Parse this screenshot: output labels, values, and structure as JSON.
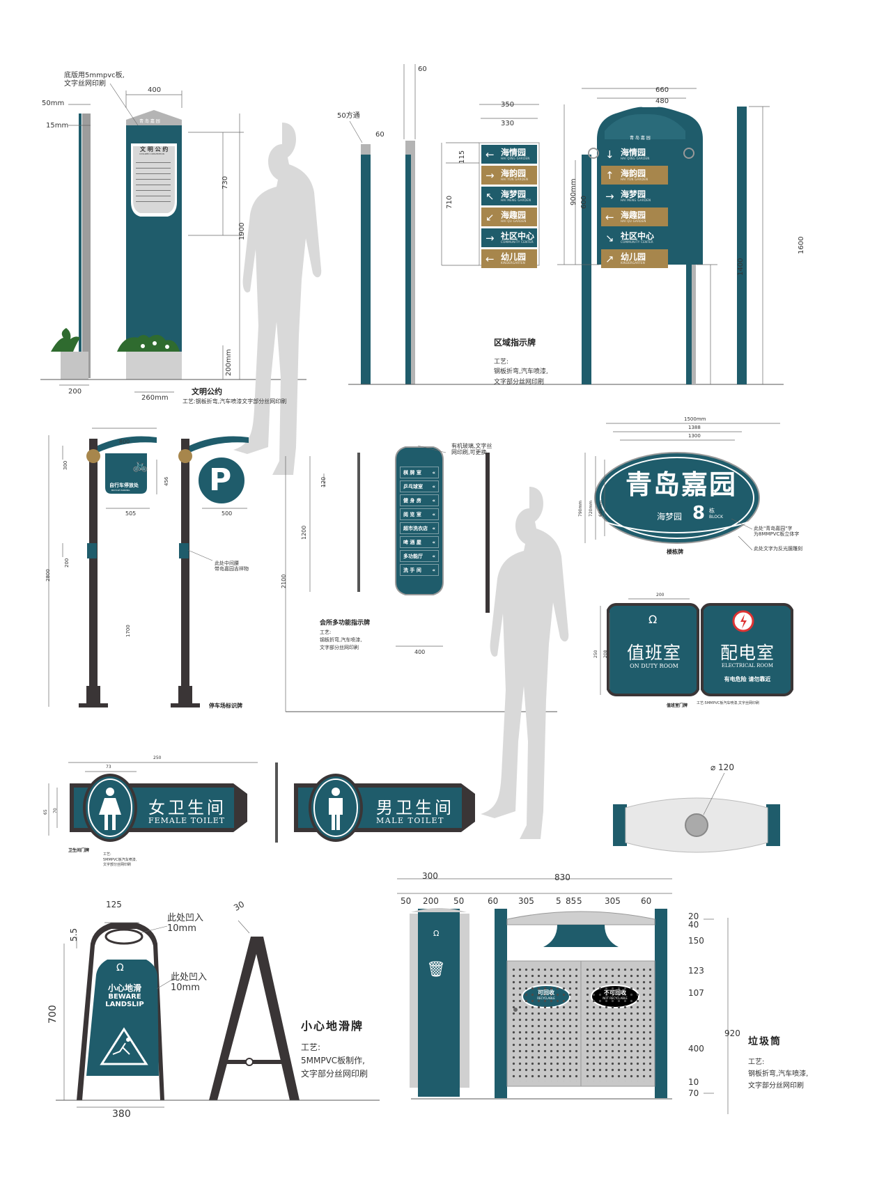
{
  "colors": {
    "teal": "#1f5c6b",
    "gold": "#a7864c",
    "grey": "#b4b4b4",
    "dark": "#3a3536",
    "silhouette": "#d9d9d9"
  },
  "board1": {
    "note": "底版用5mmpvc板,\n文字丝网印刷",
    "dims": {
      "w400": "400",
      "d50": "50mm",
      "d15": "15mm",
      "h730": "730",
      "h1900": "1900",
      "h200": "200mm",
      "w200": "200",
      "w260": "260mm"
    },
    "header": "青 岛 嘉 园",
    "panel_title": "文 明 公 约",
    "panel_sub": "CIVILIZED CONVENTION",
    "title": "文明公约",
    "craft": "工艺:钢板折弯,汽车喷漆文字部分丝网印刷"
  },
  "board2": {
    "dims": {
      "d60top": "60",
      "tube": "50方通",
      "d60": "60",
      "w350": "350",
      "w330": "330",
      "h115": "115",
      "h710": "710",
      "w660": "660",
      "w480": "480",
      "h900": "900mm",
      "h600": "600",
      "h1400": "1400",
      "h1600": "1600"
    },
    "rows_left": [
      {
        "arrow": "←",
        "zh": "海情园",
        "en": "HAI QING GARDEN",
        "color": "teal"
      },
      {
        "arrow": "→",
        "zh": "海韵园",
        "en": "HAI YUN GARDEN",
        "color": "gold"
      },
      {
        "arrow": "↖",
        "zh": "海梦园",
        "en": "HAI MENG GARDEN",
        "color": "teal"
      },
      {
        "arrow": "↙",
        "zh": "海趣园",
        "en": "HAI QU GARDEN",
        "color": "gold"
      },
      {
        "arrow": "→",
        "zh": "社区中心",
        "en": "COMMUNITY CENTER",
        "color": "teal"
      },
      {
        "arrow": "←",
        "zh": "幼儿园",
        "en": "KINDERGARTEN",
        "color": "gold"
      }
    ],
    "rows_right": [
      {
        "arrow": "↓",
        "zh": "海情园",
        "en": "HAI QING GARDEN",
        "color": "teal"
      },
      {
        "arrow": "↑",
        "zh": "海韵园",
        "en": "HAI YUN GARDEN",
        "color": "gold"
      },
      {
        "arrow": "→",
        "zh": "海梦园",
        "en": "HAI MENG GARDEN",
        "color": "teal"
      },
      {
        "arrow": "←",
        "zh": "海趣园",
        "en": "HAI QU GARDEN",
        "color": "gold"
      },
      {
        "arrow": "↘",
        "zh": "社区中心",
        "en": "COMMUNITY CENTER",
        "color": "teal"
      },
      {
        "arrow": "↗",
        "zh": "幼儿园",
        "en": "KINDERGARTEN",
        "color": "gold"
      }
    ],
    "header": "青 岛 嘉 园",
    "title": "区域指示牌",
    "craft": "工艺:\n钢板折弯,汽车喷漆,\n文字部分丝网印刷"
  },
  "board3": {
    "dims": {
      "w800": "800",
      "h300": "300",
      "h456": "456",
      "w505": "505",
      "w500": "500",
      "h200": "200",
      "h2800": "2800",
      "h1700": "1700"
    },
    "bike_label": "自行车停放处",
    "bike_sub": "BICYCLE PARKING",
    "parking_letter": "P",
    "note": "此处中间腰\n带岛嘉园吉祥物",
    "title": "停车场标识牌"
  },
  "board4": {
    "note": "有机玻璃,文字丝\n网印刷,可更换",
    "dims": {
      "h120": "120",
      "h1200": "1200",
      "h2100": "2100",
      "w400": "400"
    },
    "rows": [
      "棋 牌 室",
      "乒乓球室",
      "健 身 房",
      "阅 览 室",
      "超市洗衣店",
      "啤 酒 屋",
      "多功能厅",
      "洗 手 间"
    ],
    "title": "会所多功能指示牌",
    "craft": "工艺:\n钢板折弯,汽车喷漆,\n文字部分丝网印刷"
  },
  "board5": {
    "dims": {
      "w1500": "1500mm",
      "w1388": "1388",
      "w1300": "1300",
      "h790": "790mm",
      "h720": "720mm",
      "h689": "689mm"
    },
    "name": "青岛嘉园",
    "garden": "海梦园",
    "number": "8",
    "unit_zh": "栋",
    "unit_en": "BLOCK",
    "note1": "此处\"青岛嘉园\"字\n为8MMPVC板立体字",
    "note2": "此处文字为反光膜雕刻",
    "title": "楼栋牌"
  },
  "board6": {
    "dims": {
      "w200": "200",
      "h250": "250",
      "h208": "208"
    },
    "duty_zh": "值班室",
    "duty_en": "ON DUTY ROOM",
    "elec_zh": "配电室",
    "elec_en": "ELECTRICAL ROOM",
    "warning": "有电危险  请勿靠近",
    "title": "值班室门牌",
    "craft": "工艺:5MMPVC板汽车喷漆,文字丝网印刷"
  },
  "board7": {
    "dims": {
      "w250": "250",
      "w73": "73",
      "h65": "65",
      "h70": "70"
    },
    "female_zh": "女卫生间",
    "female_en": "FEMALE TOILET",
    "male_zh": "男卫生间",
    "male_en": "MALE TOILET",
    "title": "卫生间门牌",
    "craft": "工艺:\n5MMPVC板汽车喷漆,\n文字部分丝网印刷"
  },
  "board8": {
    "dia": "120"
  },
  "board9": {
    "dims": {
      "w125": "125",
      "h55": "5.5",
      "h700": "700",
      "w380": "380",
      "w30": "30"
    },
    "recess1": "此处凹入\n10mm",
    "recess2": "此处凹入\n10mm",
    "zh": "小心地滑",
    "en": "BEWARE\nLANDSLIP",
    "title": "小心地滑牌",
    "craft": "工艺:\n5MMPVC板制作,\n文字部分丝网印刷"
  },
  "board10": {
    "top_dims": [
      "300",
      "830"
    ],
    "seg_dims": [
      "50",
      "200",
      "50",
      "60",
      "305",
      "5",
      "85",
      "5",
      "305",
      "60"
    ],
    "right_dims": [
      "20",
      "40",
      "150",
      "123",
      "107",
      "920",
      "400",
      "10",
      "70"
    ],
    "recycle": "可回收",
    "recycle_en": "RECYCLABLE",
    "nonrecycle": "不可回收",
    "nonrecycle_en": "NOT RECYCLABLE",
    "title": "垃圾筒",
    "craft": "工艺:\n钢板折弯,汽车喷漆,\n文字部分丝网印刷"
  }
}
